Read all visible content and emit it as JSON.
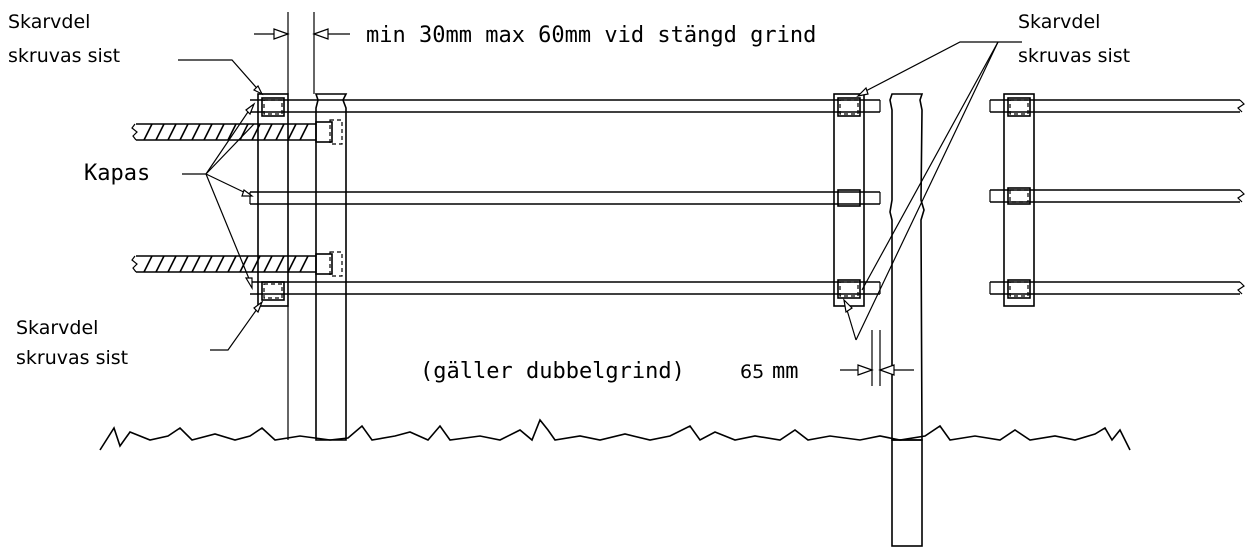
{
  "labels": {
    "top_left_line1": "Skarvdel",
    "top_left_line2": "skruvas sist",
    "top_right_line1": "Skarvdel",
    "top_right_line2": "skruvas sist",
    "bottom_left_line1": "Skarvdel",
    "bottom_left_line2": "skruvas sist",
    "kapas": "Kapas",
    "gap_dimension": "min 30mm max 60mm vid stängd grind",
    "double_gate_text": "(gäller dubbelgrind)",
    "double_gate_value": "65",
    "double_gate_unit": "mm"
  }
}
